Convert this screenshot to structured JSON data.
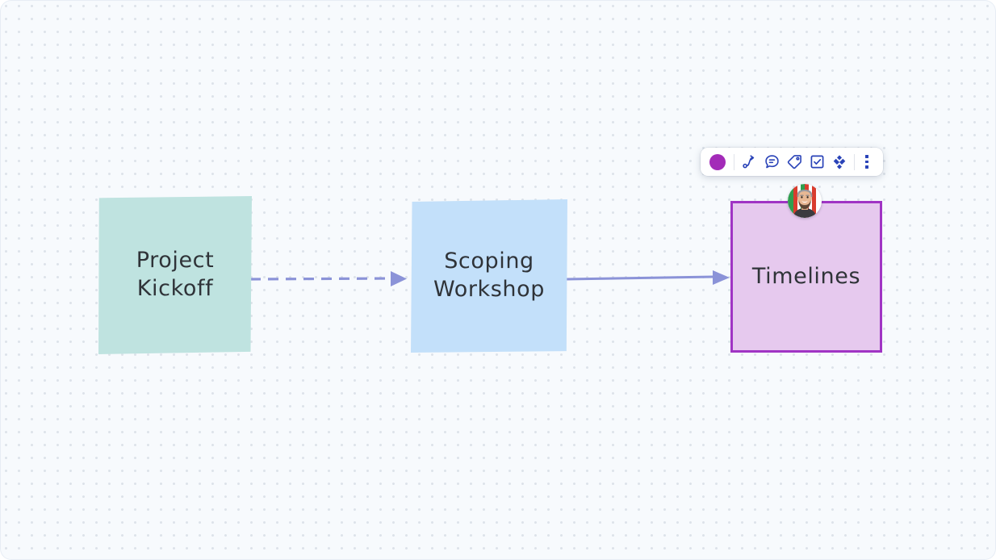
{
  "canvas": {
    "background_color": "#f7fafd",
    "dot_color": "#dde3ea",
    "name": "whiteboard-canvas"
  },
  "notes": [
    {
      "id": "kickoff",
      "text": "Project\nKickoff",
      "color": "#bfe3e0",
      "selected": false
    },
    {
      "id": "scoping",
      "text": "Scoping\nWorkshop",
      "color": "#c3e0fa",
      "selected": false
    },
    {
      "id": "timelines",
      "text": "Timelines",
      "color": "#e6c9ee",
      "selected": true,
      "selection_color": "#a034c4"
    }
  ],
  "connectors": [
    {
      "id": "kickoff-to-scoping",
      "style": "dashed",
      "color": "#8b93d8",
      "from": "kickoff",
      "to": "scoping"
    },
    {
      "id": "scoping-to-timelines",
      "style": "solid",
      "color": "#8b93d8",
      "from": "scoping",
      "to": "timelines"
    }
  ],
  "avatar": {
    "name": "collaborator-avatar",
    "alt": "Collaborator"
  },
  "toolbar": {
    "accent_color": "#2a43b8",
    "items": [
      {
        "name": "color-swatch",
        "label": "Color",
        "color": "#a32bb8"
      },
      {
        "name": "connector-icon",
        "label": "Connector"
      },
      {
        "name": "comment-icon",
        "label": "Comment"
      },
      {
        "name": "tag-icon",
        "label": "Tag"
      },
      {
        "name": "task-icon",
        "label": "Task"
      },
      {
        "name": "jira-icon",
        "label": "Create Jira issue"
      },
      {
        "name": "more-options-icon",
        "label": "More options"
      }
    ]
  }
}
